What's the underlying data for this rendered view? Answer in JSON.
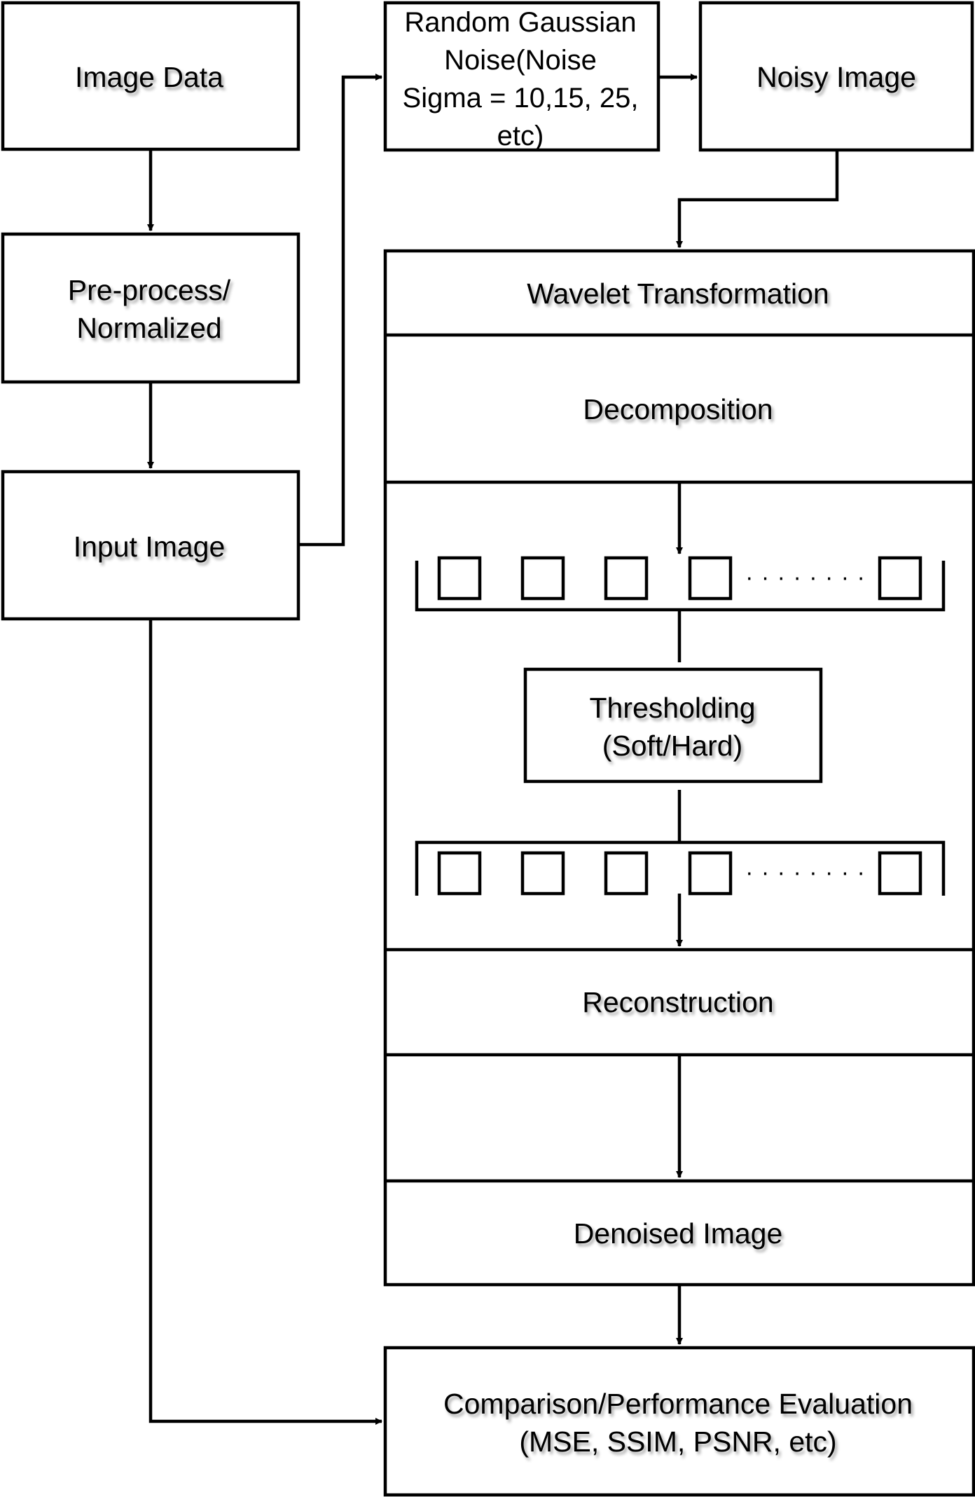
{
  "colors": {
    "stroke": "#000000",
    "background": "#ffffff"
  },
  "nodes": {
    "image_data": {
      "lines": [
        "Image Data"
      ]
    },
    "preprocess": {
      "lines": [
        "Pre-process/",
        "Normalized"
      ]
    },
    "input_image": {
      "lines": [
        "Input Image"
      ]
    },
    "gaussian_noise": {
      "lines": [
        "Random Gaussian",
        "Noise(Noise",
        "Sigma = 10,15, 25,",
        "etc)"
      ]
    },
    "noisy_image": {
      "lines": [
        "Noisy Image"
      ]
    },
    "wavelet_transformation": {
      "lines": [
        "Wavelet Transformation"
      ]
    },
    "decomposition": {
      "lines": [
        "Decomposition"
      ]
    },
    "thresholding": {
      "lines": [
        "Thresholding",
        "(Soft/Hard)"
      ]
    },
    "reconstruction": {
      "lines": [
        "Reconstruction"
      ]
    },
    "denoised_image": {
      "lines": [
        "Denoised Image"
      ]
    },
    "evaluation": {
      "lines": [
        "Comparison/Performance Evaluation",
        "(MSE, SSIM, PSNR, etc)"
      ]
    }
  },
  "coefficient_rows": {
    "dots": "· · · · · · · ·"
  }
}
